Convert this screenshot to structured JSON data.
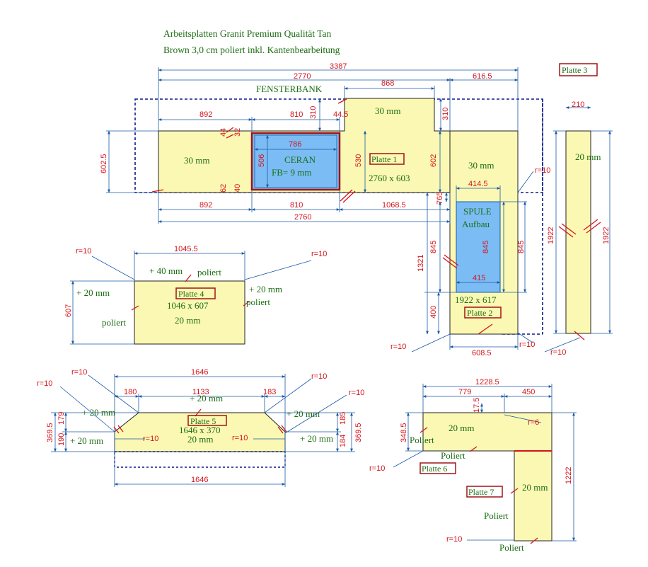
{
  "title": {
    "line1": "Arbeitsplatten Granit Premium Qualität Tan",
    "line2": "Brown 3,0 cm poliert inkl. Kantenbearbeitung"
  },
  "colors": {
    "slab": "#fbf8b4",
    "cutout": "#7bbcf5",
    "dim": "#1a5aa8",
    "text": "#1e6e14",
    "measure": "#d4141c",
    "frame": "#0d1a8a"
  },
  "top": {
    "fensterbank": "FENSTERBANK",
    "d_3387": "3387",
    "d_2770": "2770",
    "d_616_5": "616.5",
    "d_868": "868",
    "d_892a": "892",
    "d_810a": "810",
    "d_310a": "310",
    "d_44_5": "44.5",
    "d_310b": "310",
    "d_44": "44",
    "d_32": "32",
    "d_786": "786",
    "d_506": "506",
    "d_530": "530",
    "d_602": "602",
    "d_602_5": "602.5",
    "d_62": "62",
    "d_40": "40",
    "d_892b": "892",
    "d_810b": "810",
    "d_1068_5": "1068.5",
    "d_2760": "2760",
    "d_414_5": "414.5",
    "d_765": "765",
    "d_845a": "845",
    "d_845b": "845",
    "d_845c": "845",
    "d_415": "415",
    "d_1321": "1321",
    "d_400": "400",
    "d_1922a": "1922",
    "d_1922b": "1922",
    "d_210": "210",
    "d_608_5": "608.5",
    "r10a": "r=10",
    "r10b": "r=10",
    "r10c": "r=10",
    "r10d": "r=10",
    "mm30a": "30 mm",
    "mm30b": "30 mm",
    "mm30c": "30 mm",
    "mm20": "20 mm",
    "ceran": "CERAN",
    "ceran_fb": "FB= 9 mm",
    "platte1": "Platte 1",
    "platte1_size": "2760 x 603",
    "platte2": "Platte 2",
    "platte2_size": "1922 x 617",
    "platte3": "Platte 3",
    "spule": "SPULE",
    "aufbau": "Aufbau"
  },
  "p4": {
    "d_1045_5": "1045.5",
    "d_607": "607",
    "r10a": "r=10",
    "r10b": "r=10",
    "plus40": "+ 40 mm",
    "poliert_top": "poliert",
    "plus20_left": "+ 20 mm",
    "plus20_right": "+ 20 mm",
    "poliert_right": "poliert",
    "poliert_left": "poliert",
    "label": "Platte 4",
    "size": "1046 x 607",
    "mm": "20 mm"
  },
  "p5": {
    "d_1646a": "1646",
    "d_1646b": "1646",
    "d_180": "180",
    "d_1133": "1133",
    "d_183": "183",
    "d_369_5a": "369.5",
    "d_369_5b": "369.5",
    "d_179": "179",
    "d_190": "190",
    "d_185": "185",
    "d_184": "184",
    "r10a": "r=10",
    "r10b": "r=10",
    "r10c": "r=10",
    "r10d": "r=10",
    "r10e": "r=10",
    "r10f": "r=10",
    "plus20_top": "+ 20 mm",
    "plus20_ul": "+ 20 mm",
    "plus20_ur": "+ 20 mm",
    "plus20_ll": "+ 20 mm",
    "plus20_lr": "+ 20 mm",
    "label": "Platte 5",
    "size": "1646 x 370",
    "mm": "20 mm"
  },
  "p67": {
    "d_1228_5": "1228.5",
    "d_779": "779",
    "d_450": "450",
    "d_17_5": "17.5",
    "d_348_5": "348.5",
    "d_1222": "1222",
    "r6": "r=6",
    "r10a": "r=10",
    "r10b": "r=10",
    "mm20a": "20 mm",
    "mm20b": "20 mm",
    "poliert_a": "Poliert",
    "poliert_b": "Poliert",
    "poliert_c": "Poliert",
    "poliert_d": "Poliert",
    "platte6": "Platte 6",
    "platte7": "Platte 7"
  }
}
